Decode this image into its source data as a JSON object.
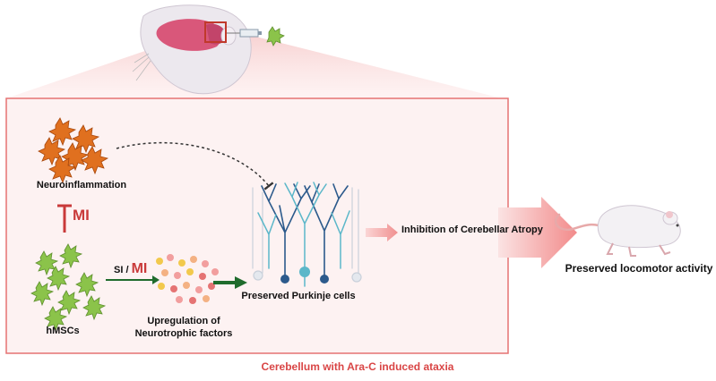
{
  "labels": {
    "neuroinflammation": "Neuroinflammation",
    "hmscs": "hMSCs",
    "upregulation_line1": "Upregulation of",
    "upregulation_line2": "Neurotrophic factors",
    "purkinje": "Preserved Purkinje cells",
    "inhibition": "Inhibition of Cerebellar Atropy",
    "locomotor": "Preserved locomotor activity",
    "caption": "Cerebellum with Ara-C induced ataxia",
    "mi": "MI",
    "si": "SI /",
    "mi_small": "MI"
  },
  "colors": {
    "frame": "#e57373",
    "frame_fill": "#fdf2f2",
    "inhibit": "#c93a3a",
    "arrow_green": "#1f6b2c",
    "arrow_pink": "#f4a3a3",
    "cell_orange": "#e0701f",
    "cell_green": "#8bc34a",
    "purkinje_dark": "#2c5a8c",
    "purkinje_light": "#5bb7c9"
  },
  "icons": [
    "mouse-head-icon",
    "syringe-icon",
    "neuroinflammation-cells-icon",
    "hmsc-cells-icon",
    "neurotrophic-factors-icon",
    "purkinje-cells-icon",
    "running-mouse-icon"
  ]
}
